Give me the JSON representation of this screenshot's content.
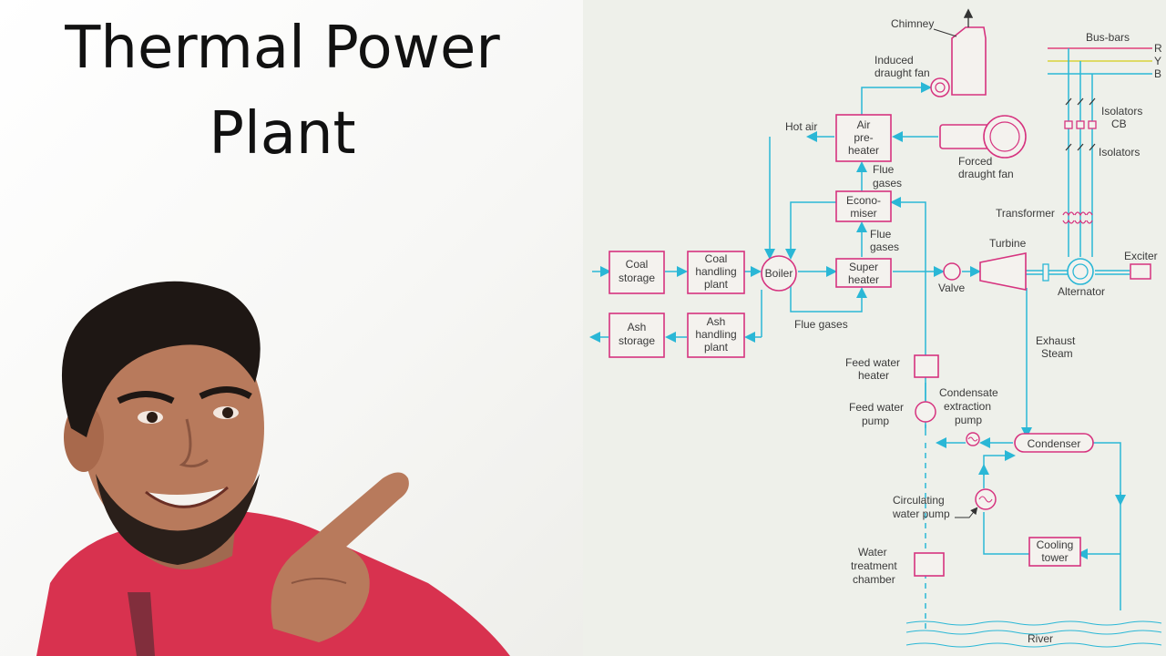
{
  "title": {
    "line1": "Thermal Power",
    "line2": "Plant"
  },
  "diagram": {
    "coal_storage": [
      "Coal",
      "storage"
    ],
    "coal_handling": [
      "Coal",
      "handling",
      "plant"
    ],
    "boiler": "Boiler",
    "ash_storage": [
      "Ash",
      "storage"
    ],
    "ash_handling": [
      "Ash",
      "handling",
      "plant"
    ],
    "flue_gases_bottom": "Flue gases",
    "super_heater": [
      "Super",
      "heater"
    ],
    "economiser": [
      "Econo-",
      "miser"
    ],
    "flue_gases_1": [
      "Flue",
      "gases"
    ],
    "flue_gases_2": [
      "Flue",
      "gases"
    ],
    "air_preheater": [
      "Air",
      "pre-",
      "heater"
    ],
    "hot_air": "Hot air",
    "forced_draught_fan": [
      "Forced",
      "draught fan"
    ],
    "induced_draught_fan": [
      "Induced",
      "draught fan"
    ],
    "chimney": "Chimney",
    "bus_bars": "Bus-bars",
    "phase_r": "R",
    "phase_y": "Y",
    "phase_b": "B",
    "isolators_cb": [
      "Isolators",
      "CB"
    ],
    "isolators": "Isolators",
    "transformer": "Transformer",
    "turbine": "Turbine",
    "valve": "Valve",
    "alternator": "Alternator",
    "exciter": "Exciter",
    "exhaust_steam": [
      "Exhaust",
      "Steam"
    ],
    "feed_water_heater": [
      "Feed water",
      "heater"
    ],
    "feed_water_pump": [
      "Feed water",
      "pump"
    ],
    "condensate_extraction_pump": [
      "Condensate",
      "extraction",
      "pump"
    ],
    "condenser": "Condenser",
    "circulating_water_pump": [
      "Circulating",
      "water pump"
    ],
    "cooling_tower": [
      "Cooling",
      "tower"
    ],
    "water_treatment_chamber": [
      "Water",
      "treatment",
      "chamber"
    ],
    "river": "River"
  },
  "colors": {
    "box_stroke": "#d6337f",
    "flow_line": "#2ab7d6",
    "bus_r": "#e0407a",
    "bus_y": "#d9d23a",
    "bus_b": "#2ab7d6",
    "shirt": "#d8324f"
  }
}
